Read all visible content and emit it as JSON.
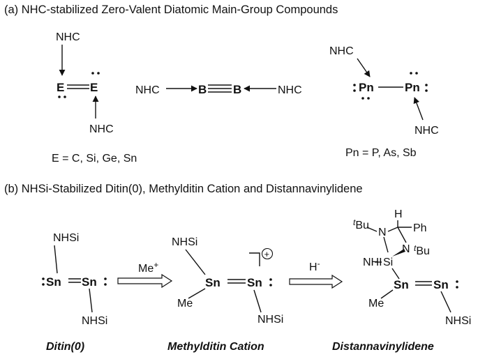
{
  "section_a": {
    "title": "(a) NHC-stabilized  Zero-Valent Diatomic Main-Group Compounds",
    "ligand": "NHC",
    "element_symbol": "E",
    "boron_symbol": "B",
    "pnictogen_symbol": "Pn",
    "e_caption": "E = C, Si, Ge, Sn",
    "pn_caption": "Pn = P, As, Sb"
  },
  "section_b": {
    "title": "(b)  NHSi-Stabilized Ditin(0), Methylditin Cation and Distannavinylidene",
    "tin_symbol": "Sn",
    "silicon_symbol": "Si",
    "nhsi_label": "NHSi",
    "nhi_label": "NHI",
    "methyl_label": "Me",
    "phenyl_label": "Ph",
    "hydrogen_label": "H",
    "nitrogen_label": "N",
    "tbu_prefix": "t",
    "tbu_suffix": "Bu",
    "reagent_1": "Me",
    "reagent_1_charge": "+",
    "reagent_2": "H",
    "reagent_2_charge": "-",
    "cation_charge": "+",
    "captions": [
      "Ditin(0)",
      "Methylditin Cation",
      "Distannavinylidene"
    ]
  },
  "colors": {
    "element": "#ff0000",
    "ink": "#111111"
  }
}
